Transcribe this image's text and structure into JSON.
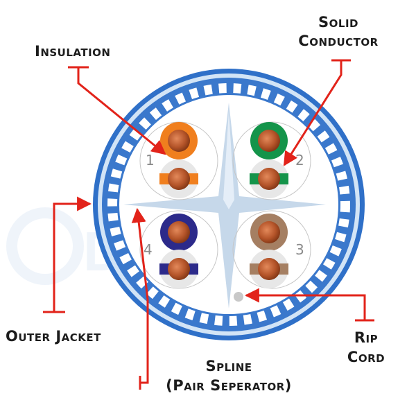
{
  "labels": {
    "insulation": "Insulation",
    "solid_conductor_line1": "Solid",
    "solid_conductor_line2": "Conductor",
    "outer_jacket": "Outer Jacket",
    "rip_cord_line1": "Rip",
    "rip_cord_line2": "Cord",
    "spline_line1": "Spline",
    "spline_line2": "(Pair Seperator)"
  },
  "pairs": [
    {
      "number": "1",
      "insulation_color": "#f07f1e"
    },
    {
      "number": "2",
      "insulation_color": "#14944a"
    },
    {
      "number": "3",
      "insulation_color": "#a57f62"
    },
    {
      "number": "4",
      "insulation_color": "#2c2a8a"
    }
  ],
  "colors": {
    "jacket_blue": "#2f70c8",
    "jacket_light": "#c8def4",
    "copper": "#b5552a",
    "leader_red": "#e2231a",
    "spline": "#c6d8ea"
  }
}
